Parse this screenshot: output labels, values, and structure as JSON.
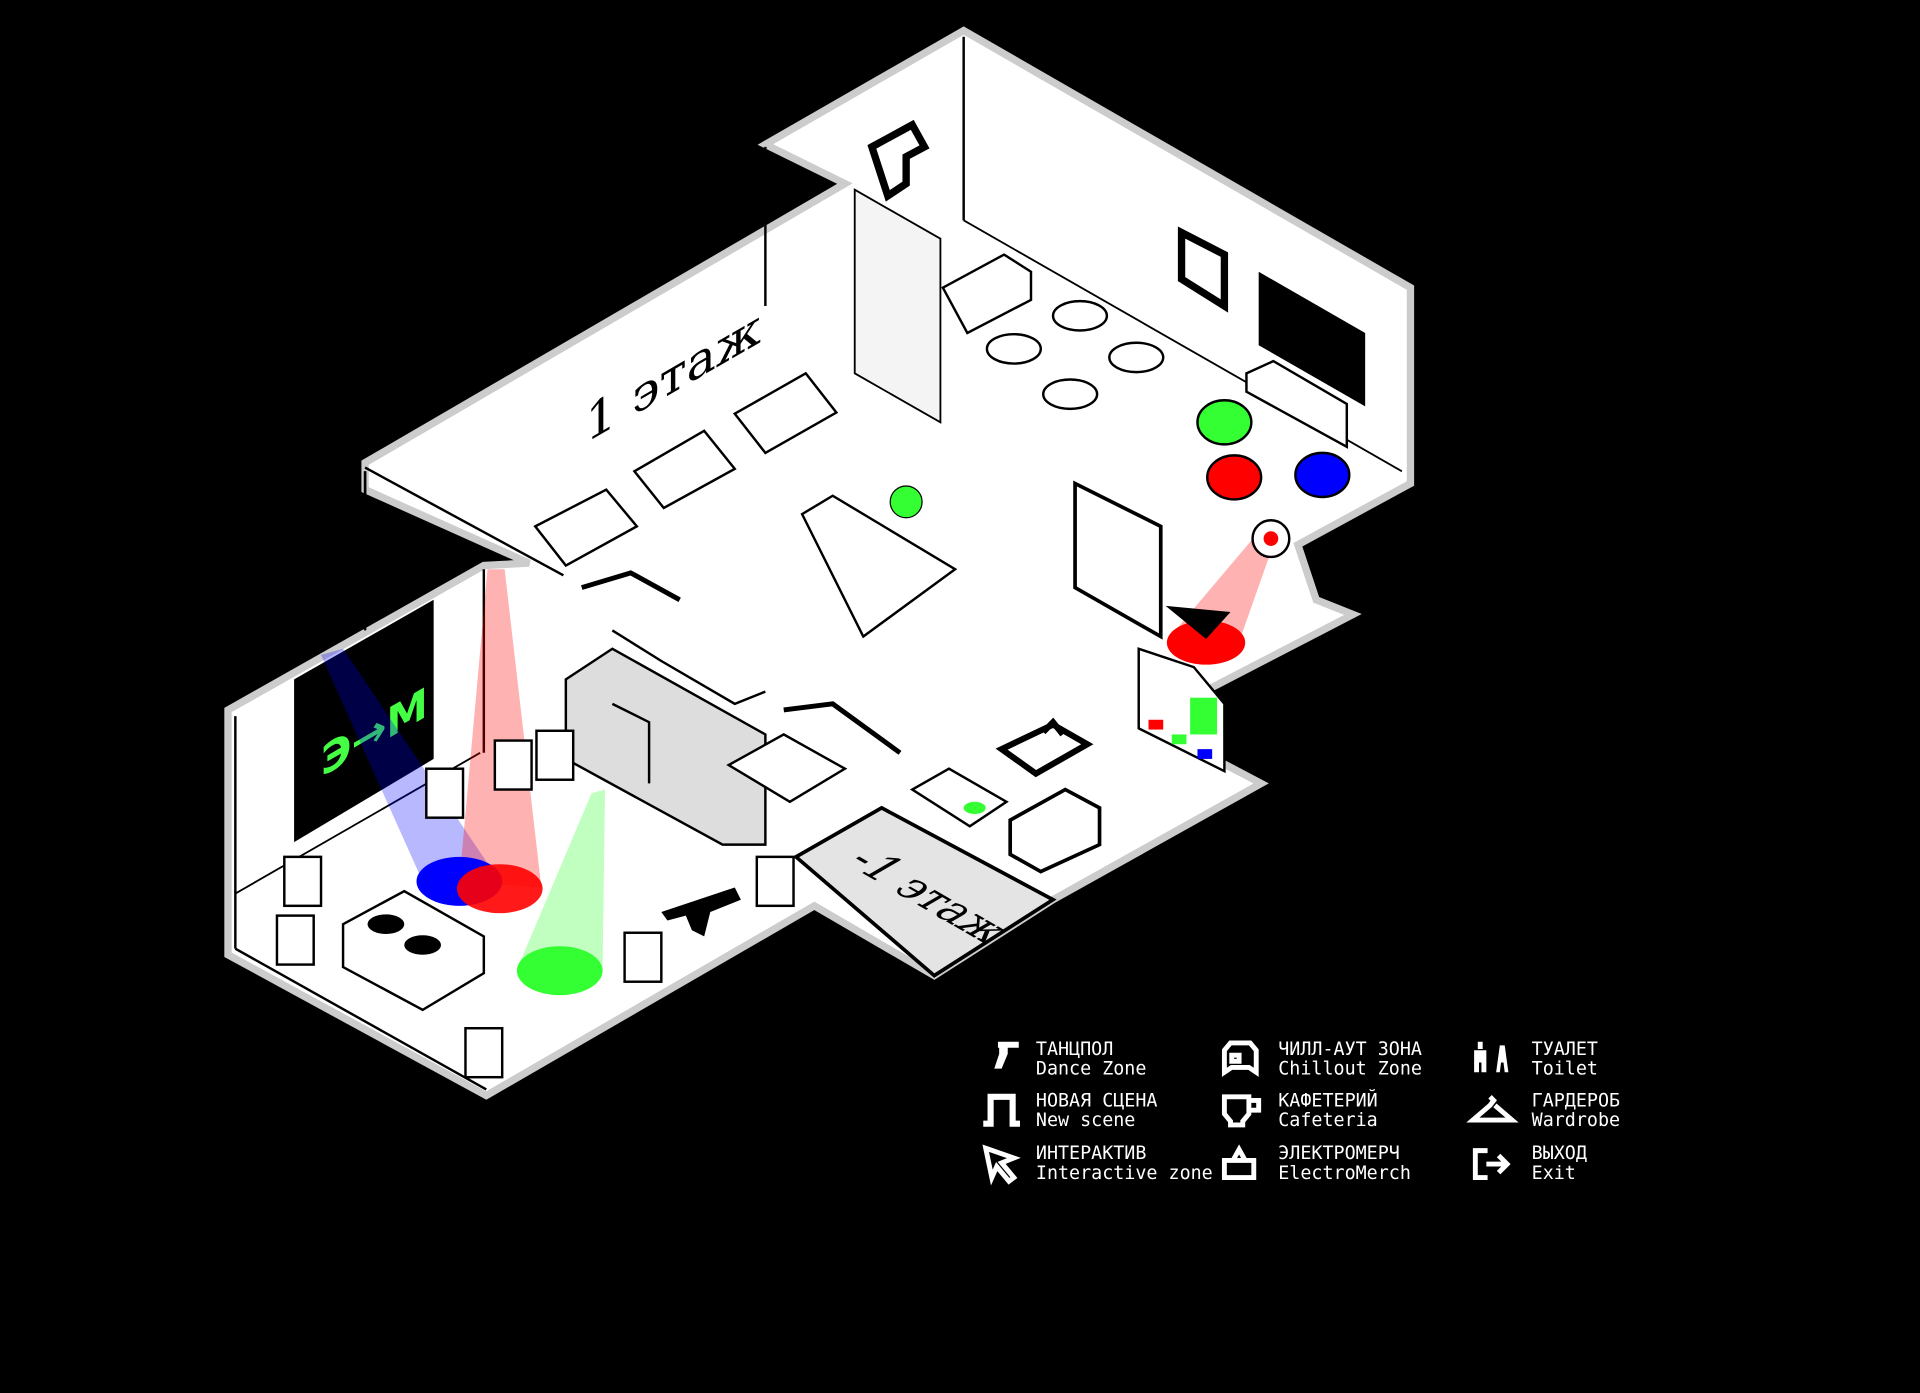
{
  "map": {
    "floor_1_label": "1 этаж",
    "floor_minus1_label": "-1 этаж",
    "screen_text": "Э→М",
    "colors": {
      "background": "#000000",
      "floor": "#ffffff",
      "lower_floor": "#e6e6e6",
      "red": "#ff0000",
      "green": "#33ff33",
      "blue": "#0000ff",
      "screen_green": "#44ff44"
    }
  },
  "legend": [
    {
      "icon": "dance-zone-icon",
      "ru": "ТАНЦПОЛ",
      "en": "Dance Zone"
    },
    {
      "icon": "new-scene-icon",
      "ru": "НОВАЯ СЦЕНА",
      "en": "New scene"
    },
    {
      "icon": "interactive-cursor-icon",
      "ru": "ИНТЕРАКТИВ",
      "en": "Interactive zone"
    },
    {
      "icon": "chillout-icon",
      "ru": "ЧИЛЛ-АУТ ЗОНА",
      "en": "Chillout Zone"
    },
    {
      "icon": "cafeteria-cup-icon",
      "ru": "КАФЕТЕРИЙ",
      "en": "Cafeteria"
    },
    {
      "icon": "merch-bag-icon",
      "ru": "ЭЛЕКТРОМЕРЧ",
      "en": "ElectroMerch"
    },
    {
      "icon": "toilet-icon",
      "ru": "ТУАЛЕТ",
      "en": "Toilet"
    },
    {
      "icon": "wardrobe-hanger-icon",
      "ru": "ГАРДЕРОБ",
      "en": "Wardrobe"
    },
    {
      "icon": "exit-icon",
      "ru": "ВЫХОД",
      "en": "Exit"
    }
  ]
}
